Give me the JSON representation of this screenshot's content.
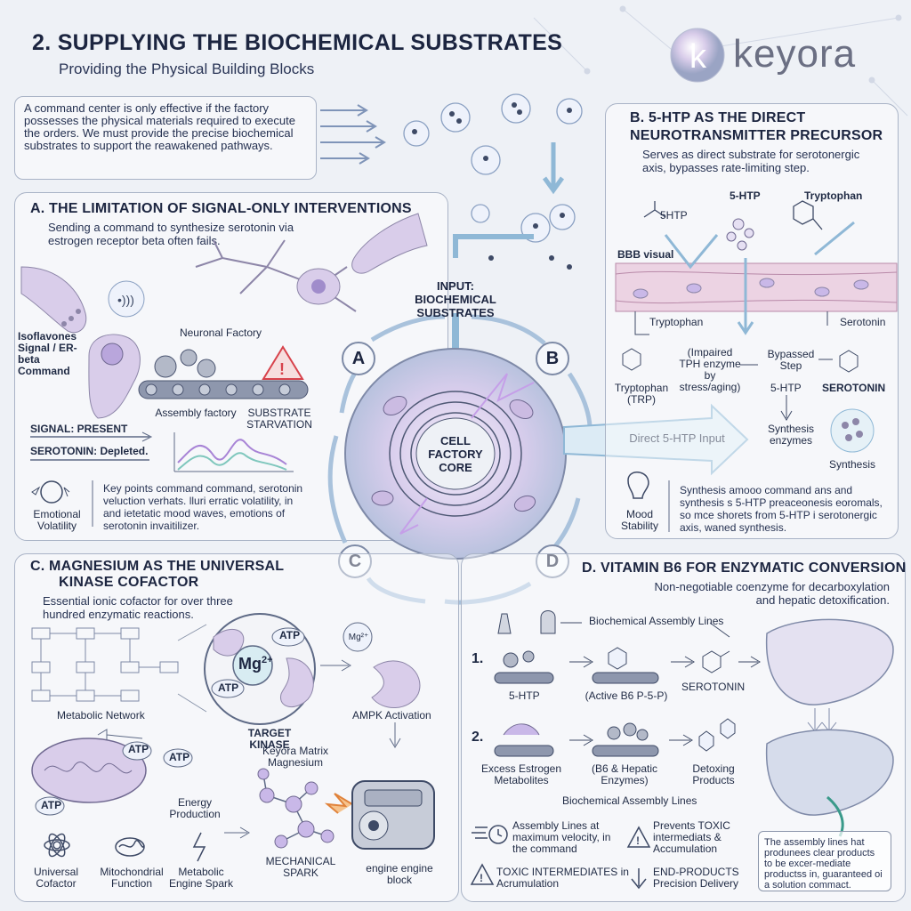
{
  "header": {
    "title": "2. SUPPLYING THE BIOCHEMICAL SUBSTRATES",
    "subtitle": "Providing the Physical Building Blocks",
    "brand": "keyora"
  },
  "intro": {
    "text": "A command center is only effective if the factory possesses the physical materials required to execute the orders. We must provide the precise biochemical substrates to support the reawakened pathways."
  },
  "center": {
    "input_label": "INPUT:\nBIOCHEMICAL SUBSTRATES",
    "core_label": "CELL\nFACTORY\nCORE",
    "nodes": [
      "A",
      "B",
      "C",
      "D"
    ],
    "direct_input": "Direct 5-HTP Input"
  },
  "panel_a": {
    "title": "A. THE LIMITATION OF SIGNAL-ONLY INTERVENTIONS",
    "desc": "Sending a command to synthesize serotonin via estrogen receptor beta often fails.",
    "isoflavones": "Isoflavones Signal / ER-beta Command",
    "neuronal_factory": "Neuronal Factory",
    "assembly_factory": "Assembly factory",
    "substrate_starvation": "SUBSTRATE STARVATION",
    "signal_present": "SIGNAL: PRESENT",
    "serotonin_depleted": "SEROTONIN: Depleted.",
    "emotional_volatility": "Emotional Volatility",
    "key_points": "Key points command command, serotonin veluction verhats. lluri erratic volatility, in and ietetatic mood waves, emotions of serotonin invaitilizer."
  },
  "panel_b": {
    "title_line1": "B. 5-HTP AS THE DIRECT",
    "title_line2": "NEUROTRANSMITTER PRECURSOR",
    "desc": "Serves as direct substrate for serotonergic axis, bypasses rate-limiting step.",
    "five_htp_small": "5HTP",
    "five_htp": "5-HTP",
    "tryptophan_top": "Tryptophan",
    "bbb_visual": "BBB visual",
    "tryptophan_mid": "Tryptophan",
    "serotonin_mid": "Serotonin",
    "impaired_tph": "(Impaired TPH enzyme by stress/aging)",
    "bypassed_step": "Bypassed Step",
    "tryptophan_trp": "Tryptophan (TRP)",
    "five_htp_2": "5-HTP",
    "serotonin_caps": "SEROTONIN",
    "synthesis_enzymes": "Synthesis enzymes",
    "synthesis": "Synthesis",
    "mood_stability": "Mood Stability",
    "summary": "Synthesis amooo command ans and synthesis s 5-HTP preaceonesis eoromals, so mce shorets from 5-HTP i serotonergic axis, waned synthesis."
  },
  "panel_c": {
    "title_line1": "C. MAGNESIUM AS THE UNIVERSAL",
    "title_line2": "KINASE COFACTOR",
    "desc": "Essential ionic cofactor for over three hundred enzymatic reactions.",
    "atp": "ATP",
    "mg": "Mg",
    "mg_sup": "2+",
    "mg_small": "Mg²⁺",
    "target_kinase": "TARGET KINASE",
    "metabolic_network": "Metabolic Network",
    "ampk_activation": "AMPK Activation",
    "keyora_matrix": "Keyora Matrix Magnesium",
    "energy_production": "Energy Production",
    "universal_cofactor": "Universal Cofactor",
    "mitochondrial_function": "Mitochondrial Function",
    "metabolic_engine_spark": "Metabolic Engine Spark",
    "mechanical_spark": "MECHANICAL SPARK",
    "engine_block": "engine engine block"
  },
  "panel_d": {
    "title": "D. VITAMIN B6 FOR ENZYMATIC CONVERSION",
    "desc": "Non-negotiable coenzyme for decarboxylation and hepatic detoxification.",
    "assembly_lines_top": "Biochemical Assembly Lines",
    "step1": "1.",
    "step2": "2.",
    "five_htp": "5-HTP",
    "active_b6": "(Active B6 P-5-P)",
    "serotonin": "SEROTONIN",
    "excess_estrogen": "Excess Estrogen Metabolites",
    "b6_hepatic": "(B6 & Hepatic Enzymes)",
    "detoxing_products": "Detoxing Products",
    "assembly_lines_bottom": "Biochemical Assembly Lines",
    "max_velocity": "Assembly Lines at maximum velocity, in the command",
    "prevents_toxic": "Prevents TOXIC intermediats & Accumulation",
    "toxic_intermediates": "TOXIC INTERMEDIATES in Acrumulation",
    "end_products": "END-PRODUCTS Precision Delivery",
    "note": "The assembly lines hat produnees clear products to be excer-mediate productss in, guaranteed oi a solution commact."
  },
  "colors": {
    "ink": "#1c2540",
    "lavender": "#c9b8e8",
    "pink_membrane": "#e9c6dc",
    "arrow_blue": "#8fb8d6",
    "warning_red": "#d7424b"
  }
}
